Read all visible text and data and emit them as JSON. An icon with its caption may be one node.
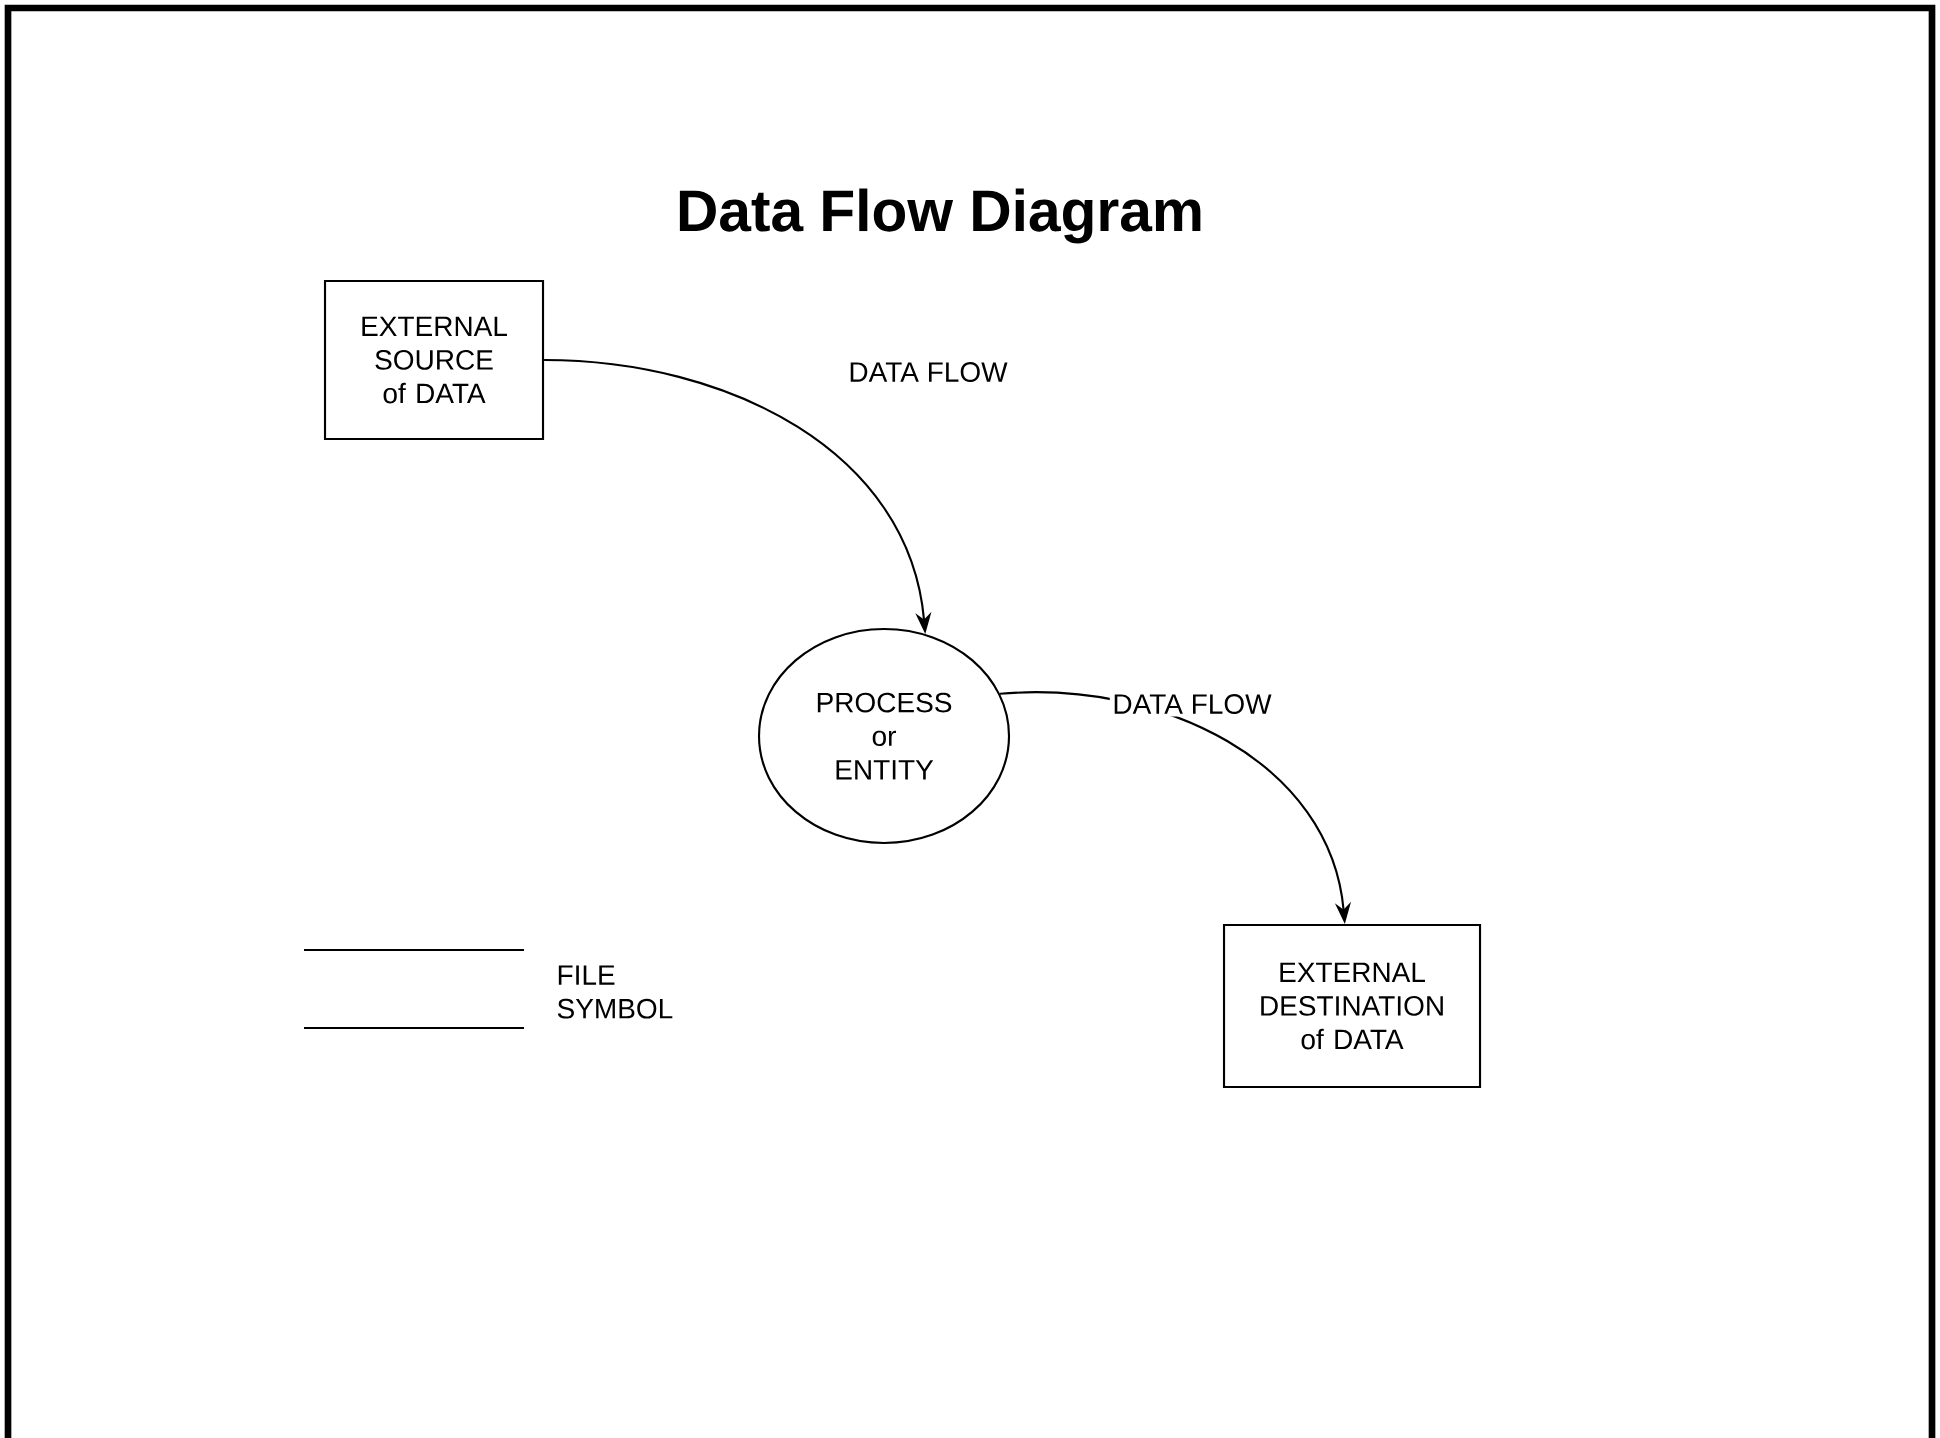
{
  "diagram": {
    "title": "Data Flow Diagram",
    "nodes": [
      {
        "text": [
          "EXTERNAL SOURCE of DATA"
        ]
      },
      {
        "text": [
          "PROCESS or ENTITY"
        ]
      },
      {
        "text": [
          "EXTERNAL DESTINATION of DATA"
        ]
      }
    ],
    "edges": [
      {
        "from": 0,
        "to": 1,
        "arrow": "to",
        "label": "DATA FLOW"
      },
      {
        "from": 1,
        "to": 2,
        "arrow": "to",
        "label": "DATA FLOW"
      }
    ],
    "labels": [
      "FILE SYMBOL"
    ]
  }
}
